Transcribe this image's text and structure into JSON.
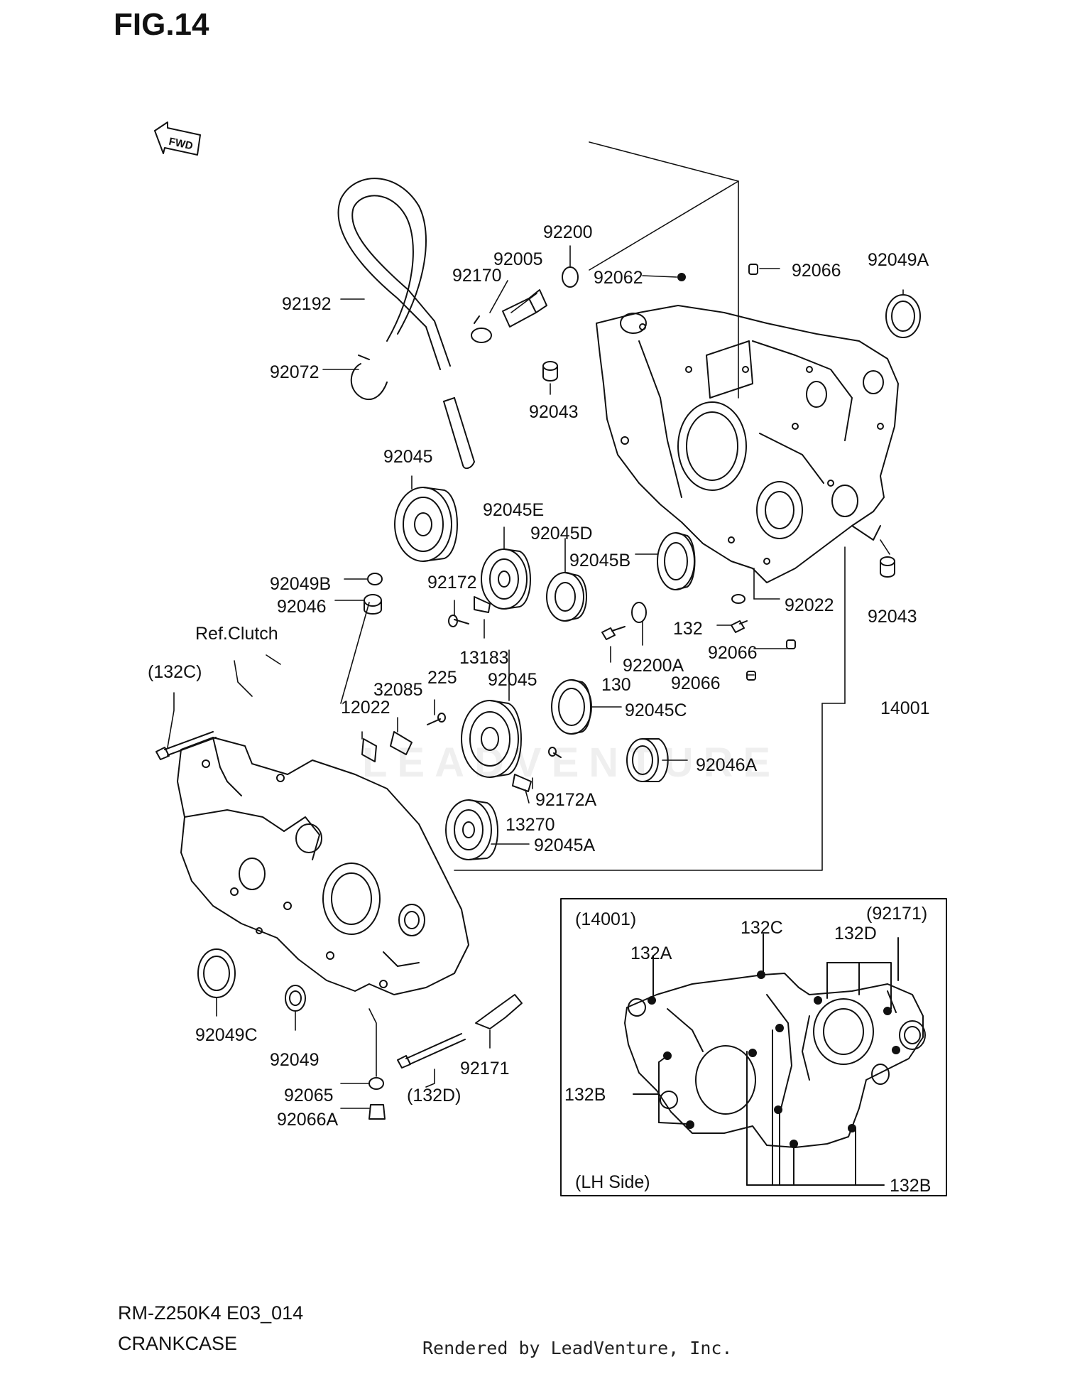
{
  "figure": {
    "title": "FIG.14"
  },
  "fwd_arrow": {
    "text": "FWD"
  },
  "watermark": "LEADVENTURE",
  "labels": {
    "p92200": "92200",
    "p92005": "92005",
    "p92170": "92170",
    "p92062": "92062",
    "p92066_top": "92066",
    "p92049A": "92049A",
    "p92192": "92192",
    "p92072": "92072",
    "p92043_top": "92043",
    "p92045_top": "92045",
    "p92045E": "92045E",
    "p92045D": "92045D",
    "p92045B": "92045B",
    "p92049B": "92049B",
    "p92046": "92046",
    "p92172": "92172",
    "p13183": "13183",
    "p92022": "92022",
    "p92043_right": "92043",
    "p132": "132",
    "p92066_mid": "92066",
    "p92200A": "92200A",
    "p130": "130",
    "p92066_low": "92066",
    "ref_clutch": "Ref.Clutch",
    "p132C_paren": "(132C)",
    "p32085": "32085",
    "p225": "225",
    "p92045_mid": "92045",
    "p12022": "12022",
    "p92045C": "92045C",
    "p14001": "14001",
    "p92046A": "92046A",
    "p92172A": "92172A",
    "p13270": "13270",
    "p92045A": "92045A",
    "p92049C": "92049C",
    "p92049": "92049",
    "p92171": "92171",
    "p92065": "92065",
    "p132D_paren": "(132D)",
    "p92066A": "92066A"
  },
  "inset": {
    "title": "(14001)",
    "side_label": "(LH Side)",
    "l132A": "132A",
    "l132C": "132C",
    "l132D": "132D",
    "l92171": "(92171)",
    "l132B_left": "132B",
    "l132B_right": "132B"
  },
  "footer": {
    "model": "RM-Z250K4 E03_014",
    "name": "CRANKCASE",
    "credit": "Rendered by LeadVenture, Inc."
  }
}
